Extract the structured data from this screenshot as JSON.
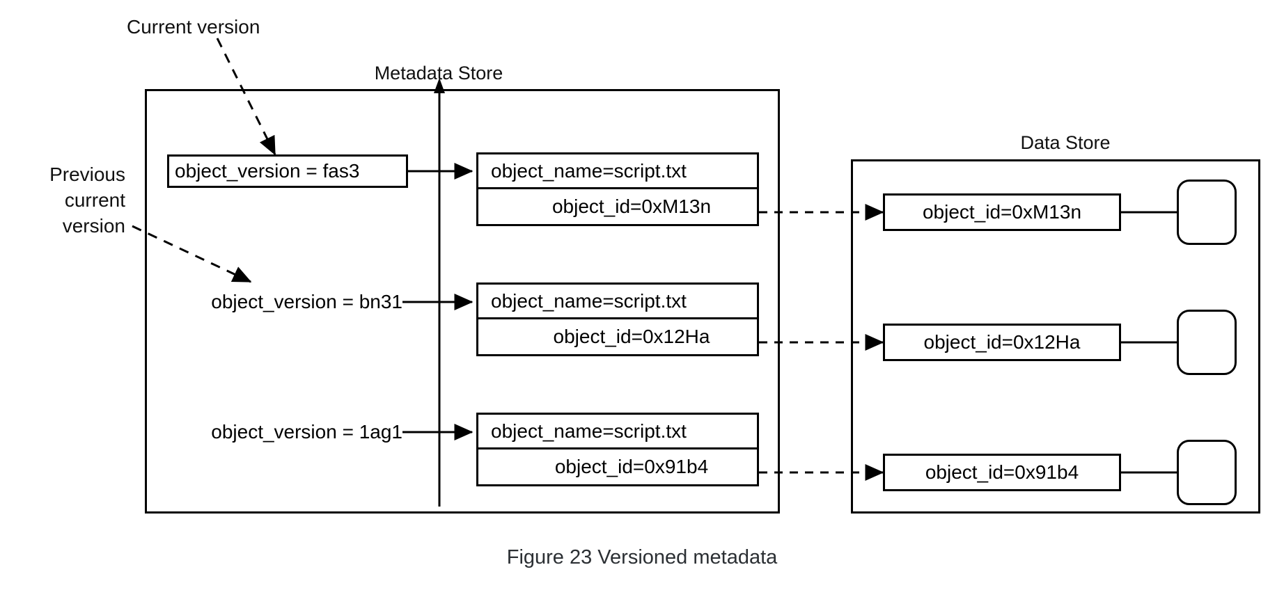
{
  "figure": {
    "caption": "Figure 23 Versioned metadata"
  },
  "annotations": [
    {
      "id": "current-version",
      "text": "Current version"
    },
    {
      "id": "previous-current-version",
      "text": "Previous\ncurrent\nversion"
    }
  ],
  "metadata_store": {
    "title": "Metadata Store",
    "rows": [
      {
        "version_label": "object_version = fas3",
        "boxed": true,
        "object_name": "object_name=script.txt",
        "object_id": "object_id=0xM13n"
      },
      {
        "version_label": "object_version = bn31",
        "boxed": false,
        "object_name": "object_name=script.txt",
        "object_id": "object_id=0x12Ha"
      },
      {
        "version_label": "object_version = 1ag1",
        "boxed": false,
        "object_name": "object_name=script.txt",
        "object_id": "object_id=0x91b4"
      }
    ]
  },
  "data_store": {
    "title": "Data Store",
    "rows": [
      {
        "object_id": "object_id=0xM13n",
        "blob": ""
      },
      {
        "object_id": "object_id=0x12Ha",
        "blob": ""
      },
      {
        "object_id": "object_id=0x91b4",
        "blob": ""
      }
    ]
  },
  "colors": {
    "stroke": "#000000",
    "text": "#000000",
    "caption": "#2b2f33",
    "background": "#ffffff"
  }
}
